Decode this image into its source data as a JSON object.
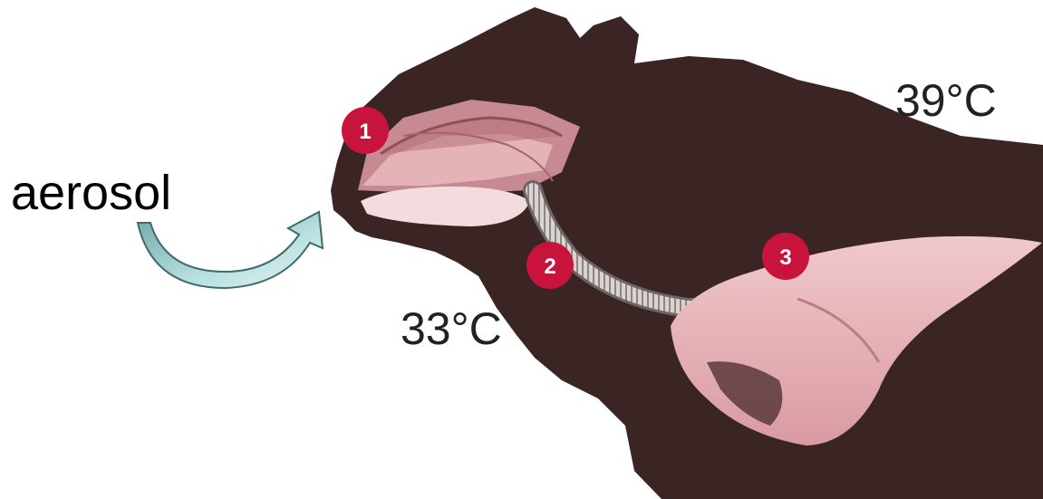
{
  "aerosol_label": "aerosol",
  "temperatures": {
    "body": "39°C",
    "throat": "33°C"
  },
  "markers": [
    {
      "number": "1",
      "site": "nasal-cavity"
    },
    {
      "number": "2",
      "site": "trachea"
    },
    {
      "number": "3",
      "site": "lungs"
    }
  ],
  "colors": {
    "silhouette": "#3b2424",
    "marker": "#c8143c",
    "tissue": "#e2aeb4",
    "arrow_fill": "#a9d4d4"
  }
}
